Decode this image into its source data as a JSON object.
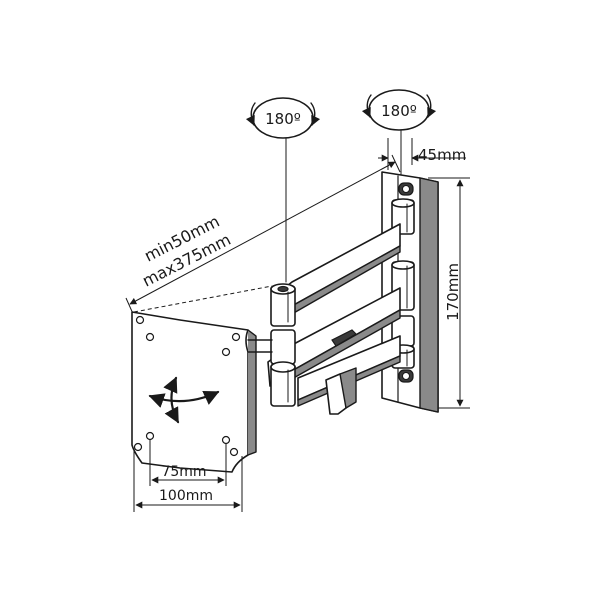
{
  "labels": {
    "rotation_left": "180º",
    "rotation_right": "180º",
    "depth_min": "min50mm",
    "depth_max": "max375mm",
    "plate_depth": "45mm",
    "plate_height": "170mm",
    "vesa_inner": "75mm",
    "vesa_outer": "100mm"
  }
}
